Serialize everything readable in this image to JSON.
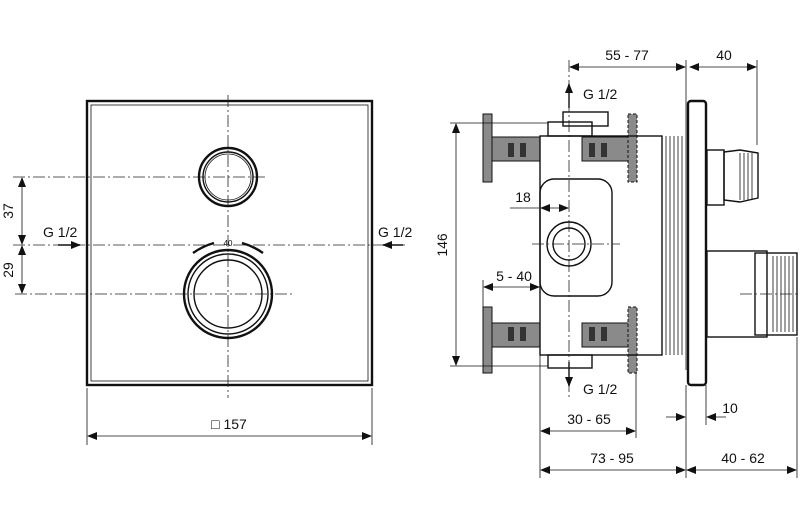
{
  "front_view": {
    "inlet_left": "G 1/2",
    "inlet_right": "G 1/2",
    "dim_upper": "37",
    "dim_lower": "29",
    "dial_mark": "40",
    "dim_width": "□ 157"
  },
  "side_view": {
    "outlet_top": "G 1/2",
    "outlet_bottom": "G 1/2",
    "dim_depth_top": "55 - 77",
    "dim_knob_top": "40",
    "dim_height": "146",
    "dim_offset": "18",
    "dim_flange": "5 - 40",
    "dim_body": "30 - 65",
    "dim_plate": "10",
    "dim_total": "73 - 95",
    "dim_knob_bottom": "40 - 62"
  }
}
